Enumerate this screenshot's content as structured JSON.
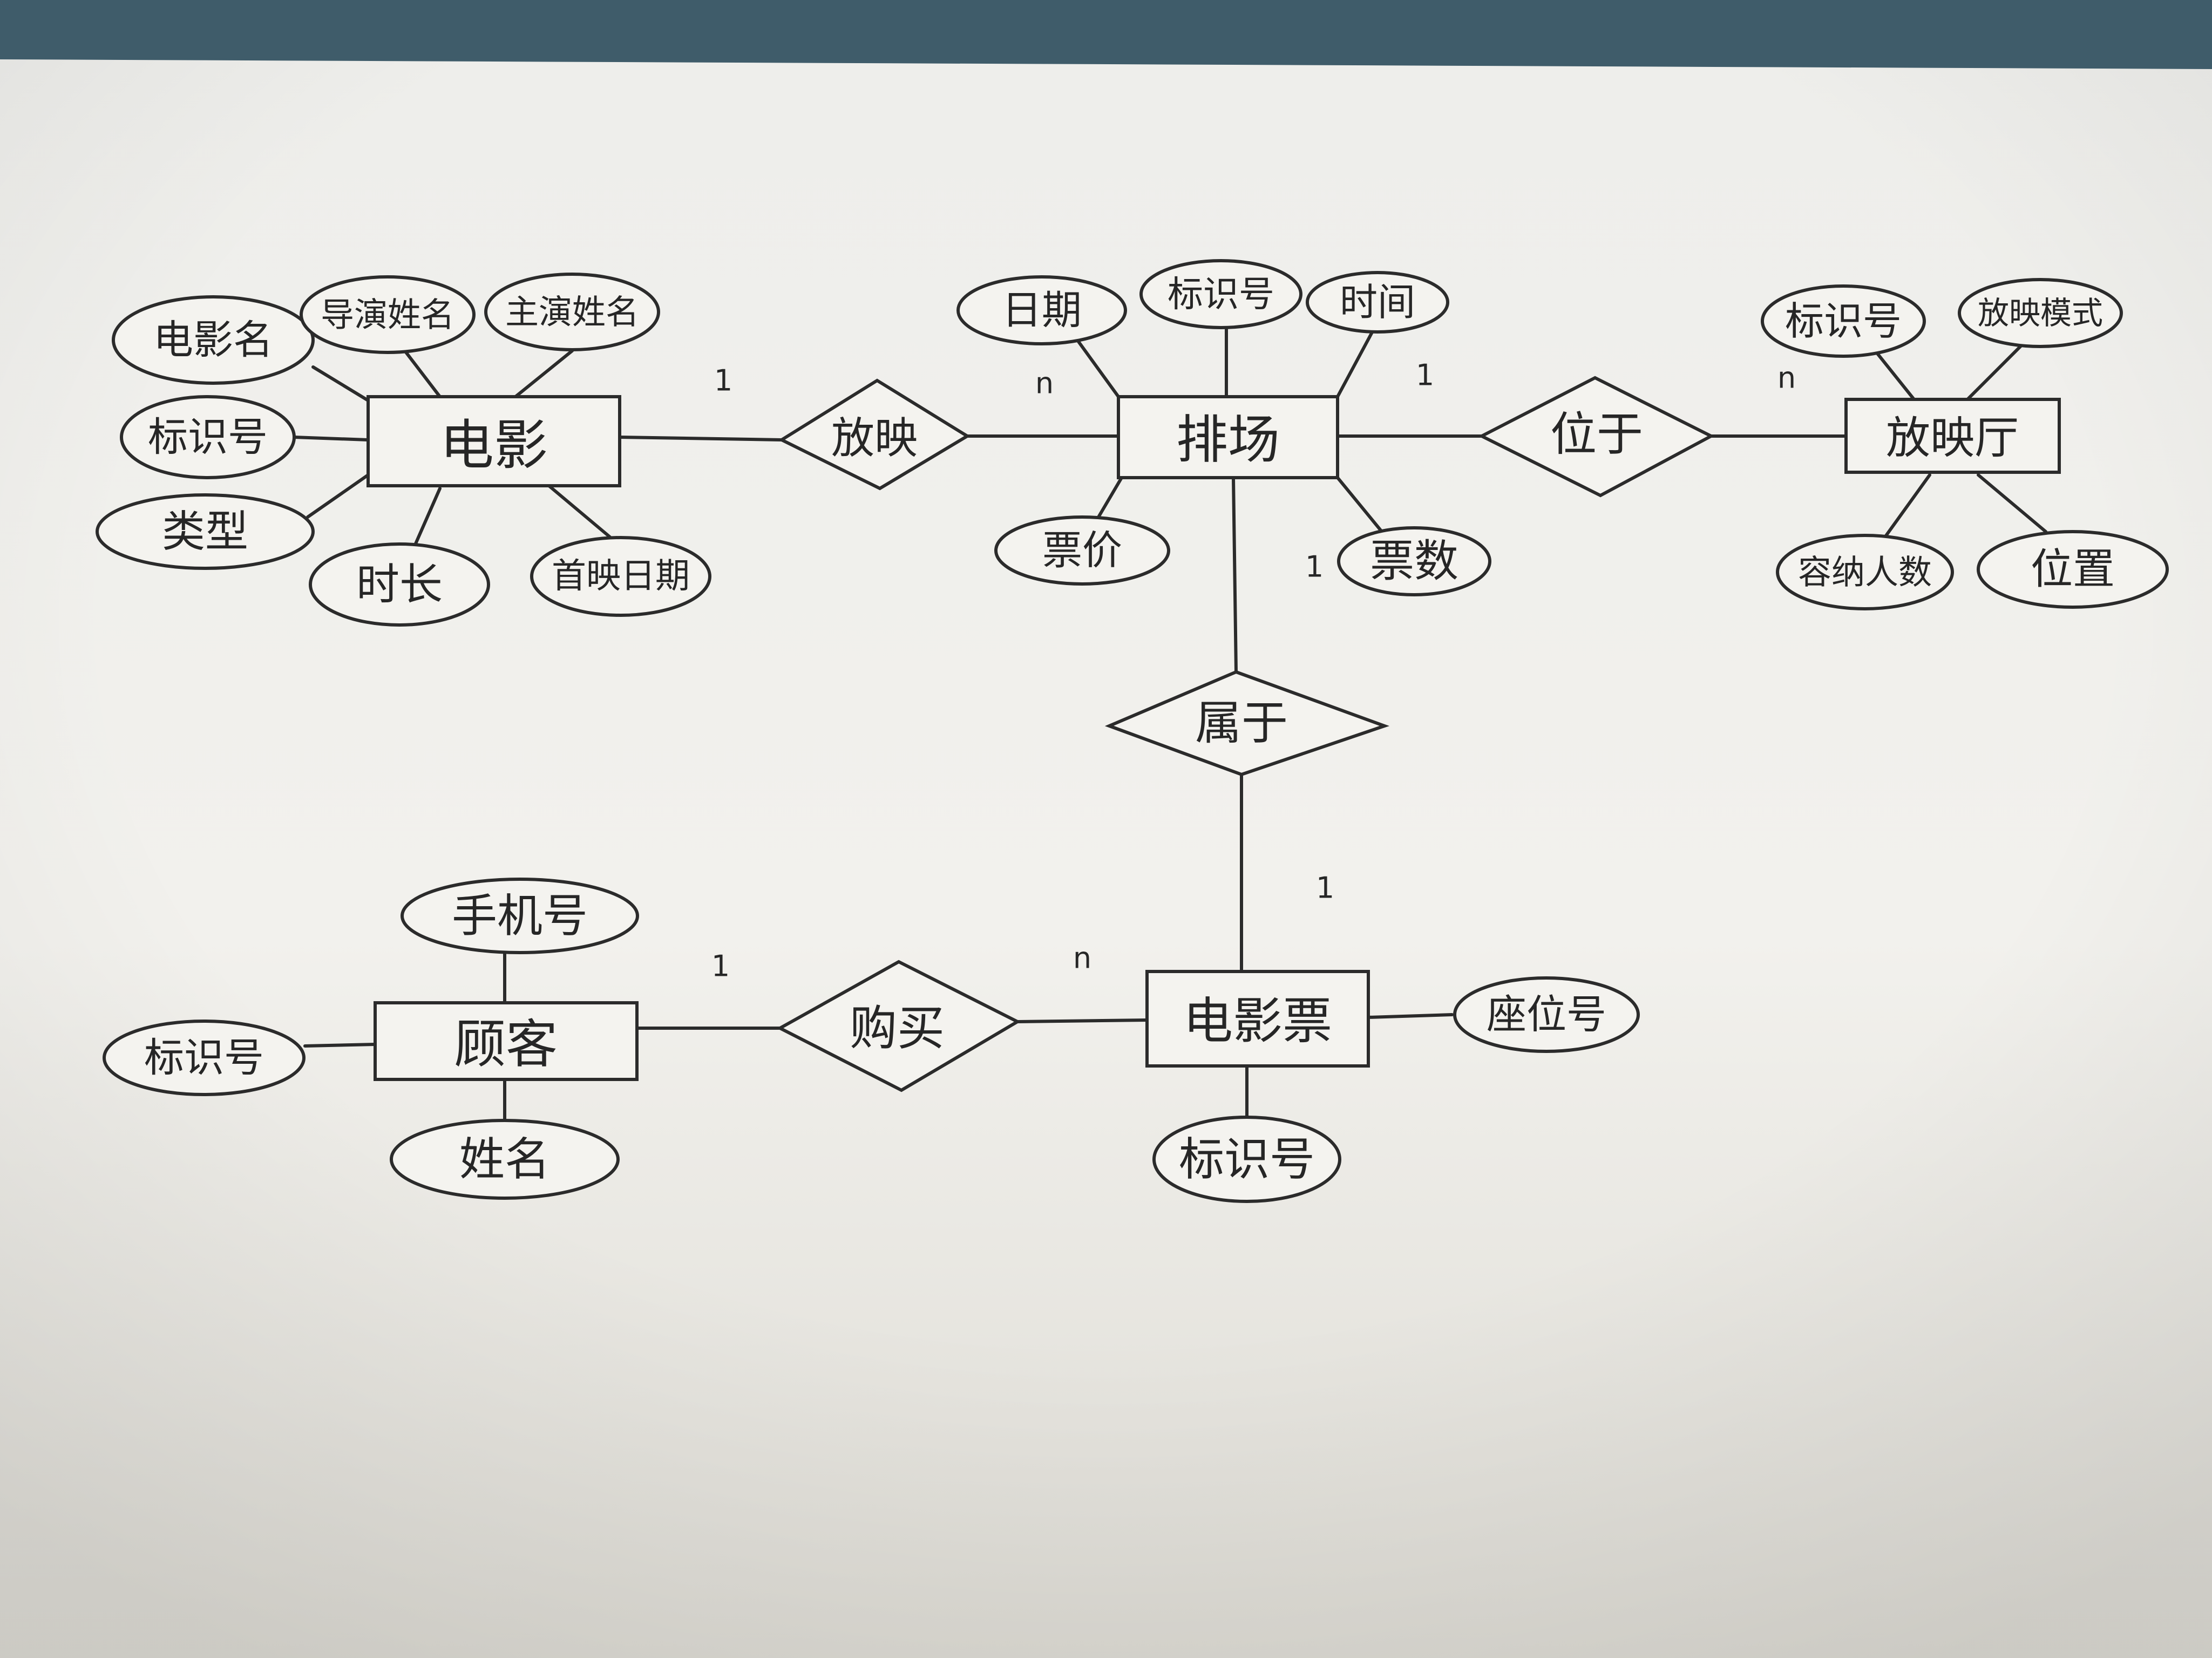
{
  "entities": {
    "movie": "电影",
    "schedule": "排场",
    "hall": "放映厅",
    "ticket": "电影票",
    "customer": "顾客"
  },
  "relationships": {
    "screen": "放映",
    "located": "位于",
    "belongs": "属于",
    "buy": "购买"
  },
  "attributes": {
    "movie": [
      "电影名",
      "导演姓名",
      "主演姓名",
      "标识号",
      "类型",
      "时长",
      "首映日期"
    ],
    "schedule": [
      "日期",
      "标识号",
      "时间",
      "票价",
      "票数"
    ],
    "hall": [
      "标识号",
      "放映模式",
      "容纳人数",
      "位置"
    ],
    "ticket": [
      "座位号",
      "标识号"
    ],
    "customer": [
      "手机号",
      "标识号",
      "姓名"
    ]
  },
  "cardinalities": {
    "movie_screen": "1",
    "screen_schedule": "n",
    "schedule_located": "1",
    "located_hall": "n",
    "schedule_belongs": "1",
    "belongs_ticket": "1",
    "customer_buy": "1",
    "buy_ticket": "n"
  }
}
